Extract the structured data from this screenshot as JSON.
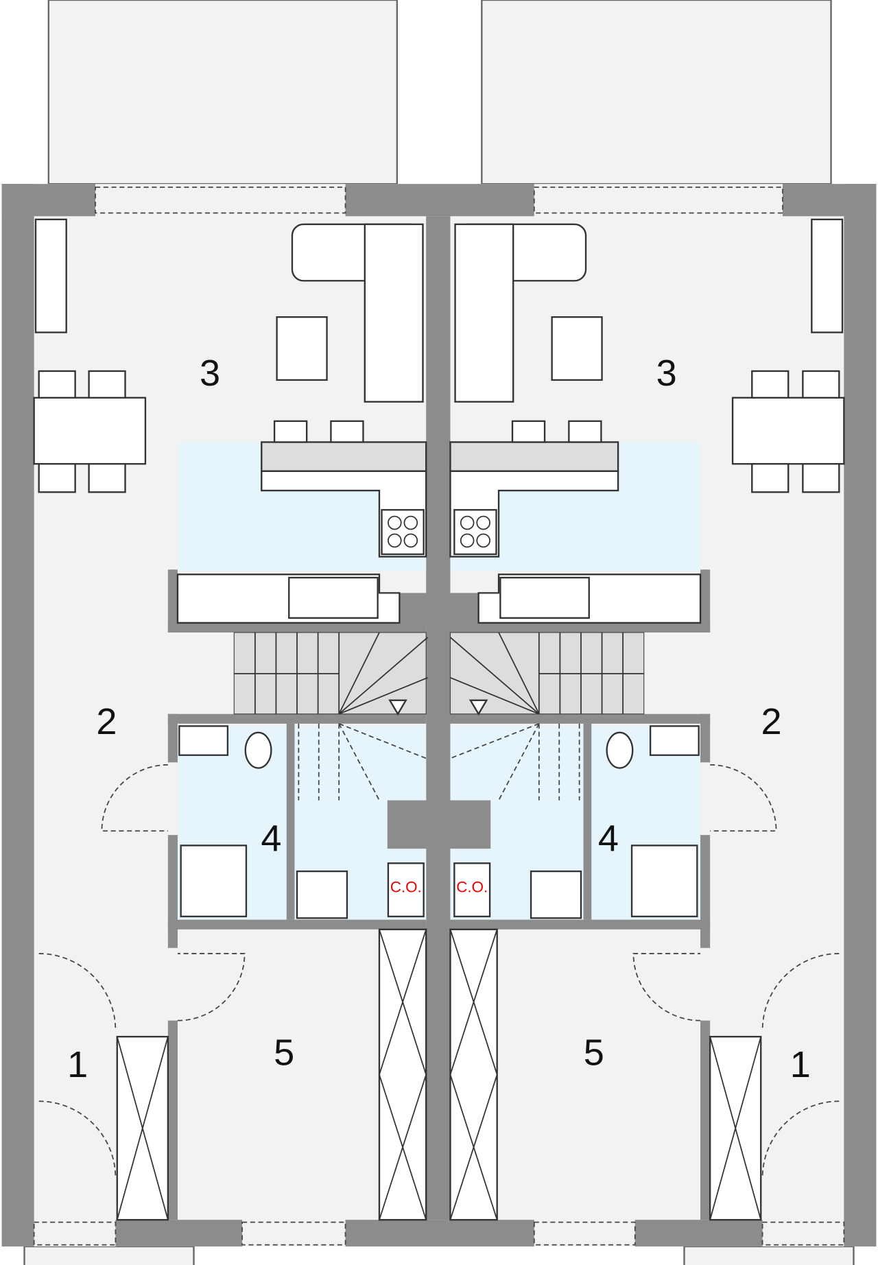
{
  "rooms": {
    "left": {
      "r1": "1",
      "r2": "2",
      "r3": "3",
      "r4": "4",
      "r5": "5",
      "boiler": "C.O."
    },
    "right": {
      "r1": "1",
      "r2": "2",
      "r3": "3",
      "r4": "4",
      "r5": "5",
      "boiler": "C.O."
    }
  },
  "colors": {
    "wall": "#8c8c8c",
    "floor": "#f2f2f2",
    "wet_area": "#e6f4fc",
    "boiler_label": "#e00000"
  }
}
